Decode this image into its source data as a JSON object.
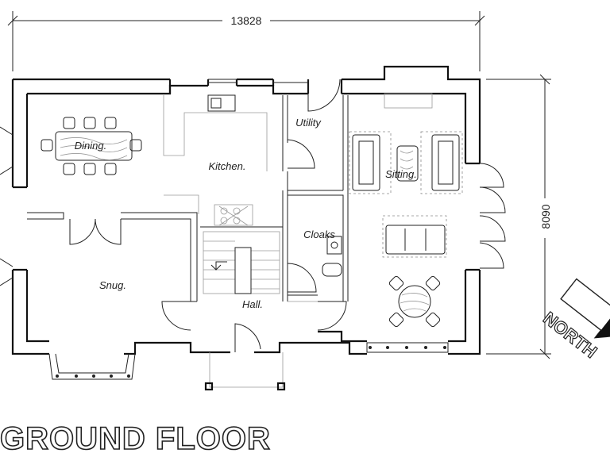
{
  "dimensions": {
    "width_label": "13828",
    "depth_label": "8090"
  },
  "rooms": {
    "dining": "Dining.",
    "kitchen": "Kitchen.",
    "utility": "Utility",
    "sitting": "Sitting.",
    "cloaks": "Cloaks",
    "snug": "Snug.",
    "hall": "Hall."
  },
  "title": "GROUND FLOOR",
  "north": "NORTH"
}
